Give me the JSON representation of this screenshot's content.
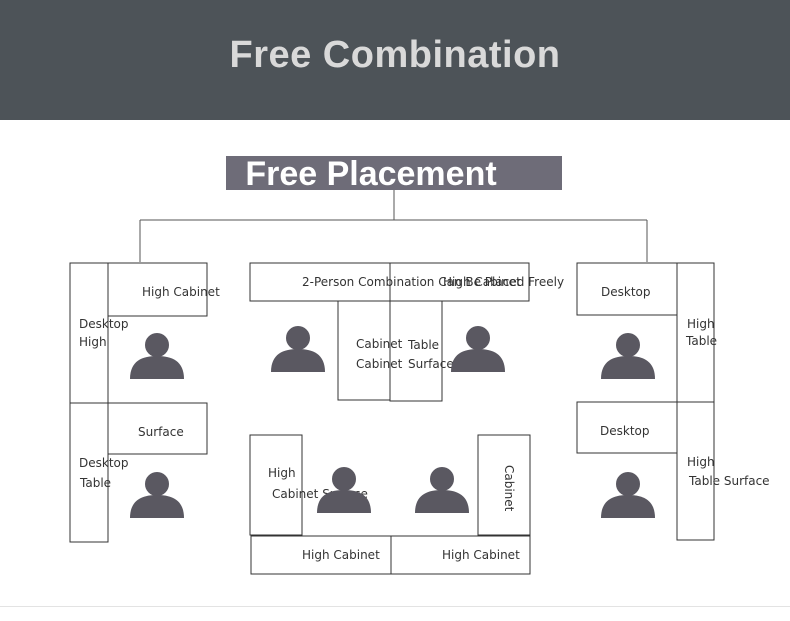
{
  "header": {
    "title": "Free Combination"
  },
  "banner": {
    "title": "Free Placement"
  },
  "colors": {
    "header_bg": "#4d5358",
    "banner_bg": "#6e6c78",
    "person": "#5a5861"
  },
  "icons": [
    "person-icon"
  ],
  "groups": {
    "left": {
      "top": {
        "surface_desktop": "Desktop",
        "surface_high": "High",
        "cabinet": "High Cabinet"
      },
      "bottom": {
        "surface_desktop": "Desktop",
        "surface_table": "Table",
        "cabinet": "Surface"
      }
    },
    "center": {
      "top": {
        "bar": "2-Person Combination Can Be Placed Freely",
        "bar_overlap": "High Cabinet",
        "cab_left_1": "Cabinet",
        "cab_left_2": "Cabinet",
        "cab_right_1": "Table",
        "cab_right_2": "Surface"
      },
      "bottom": {
        "left_high": "High",
        "left_cabinet_surface": "Cabinet Surface",
        "right_vertical": "Cabinet",
        "base_left": "High Cabinet",
        "base_right": "High Cabinet"
      }
    },
    "right": {
      "top": {
        "desktop": "Desktop",
        "side_high": "High",
        "side_table": "Table"
      },
      "bottom": {
        "desktop": "Desktop",
        "side_high": "High",
        "side_table_surface": "Table Surface"
      }
    }
  }
}
